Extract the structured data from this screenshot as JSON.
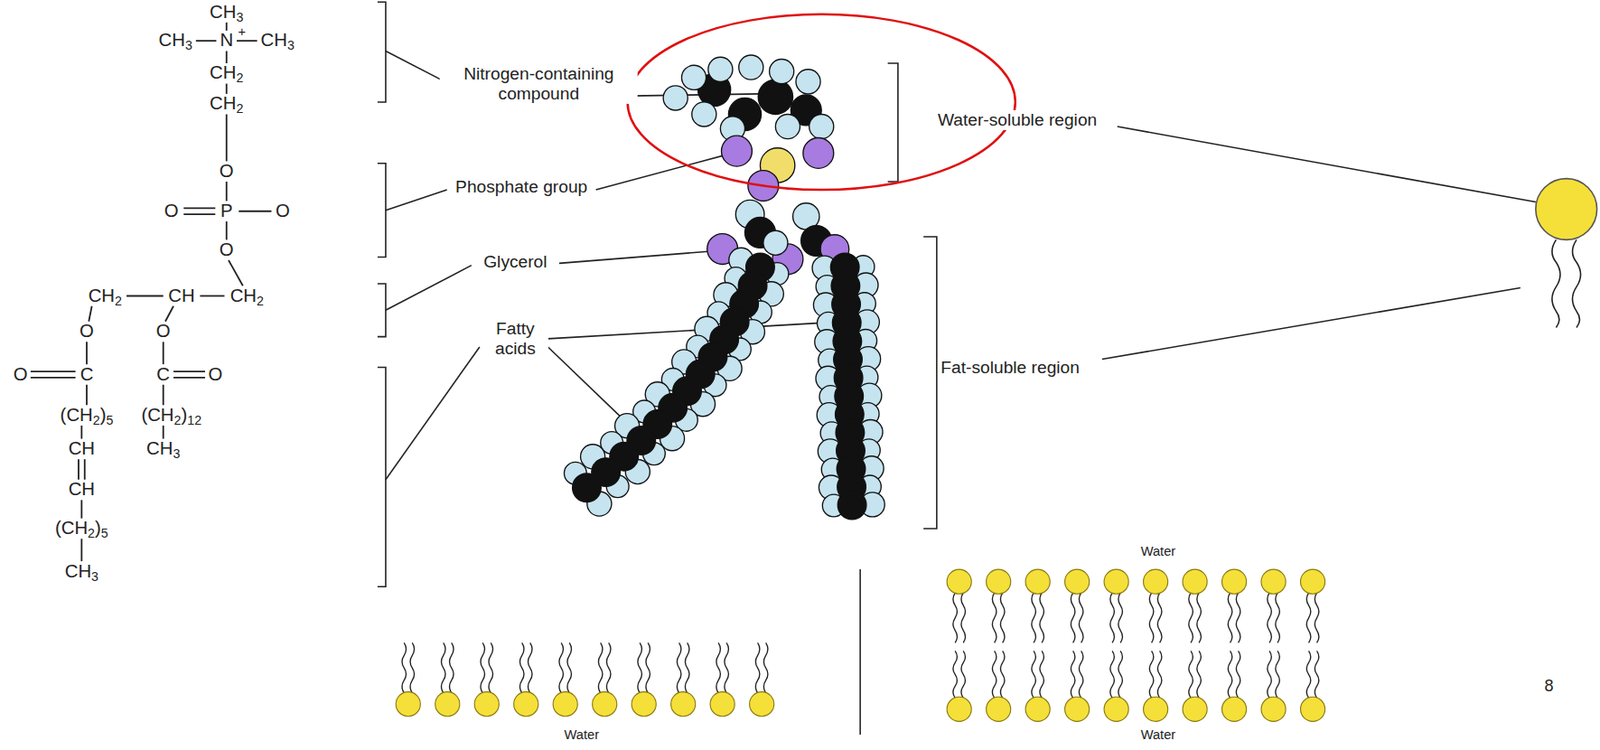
{
  "diagram": {
    "labels": [
      "CH3",
      "CH3",
      "N",
      "+",
      "CH3",
      "CH2",
      "CH2",
      "O",
      "O",
      "P",
      "O",
      "O",
      "CH2",
      "CH",
      "CH2",
      "O",
      "O",
      "O",
      "C",
      "C",
      "O",
      "(CH2)5",
      "(CH2)12",
      "CH",
      "CH3",
      "CH",
      "(CH2)5",
      "CH3",
      "Nitrogen-containing compound",
      "Phosphate group",
      "Glycerol",
      "Fatty acids",
      "Water-soluble region",
      "Fat-soluble region",
      "Water",
      "Water",
      "Water",
      "8"
    ]
  }
}
